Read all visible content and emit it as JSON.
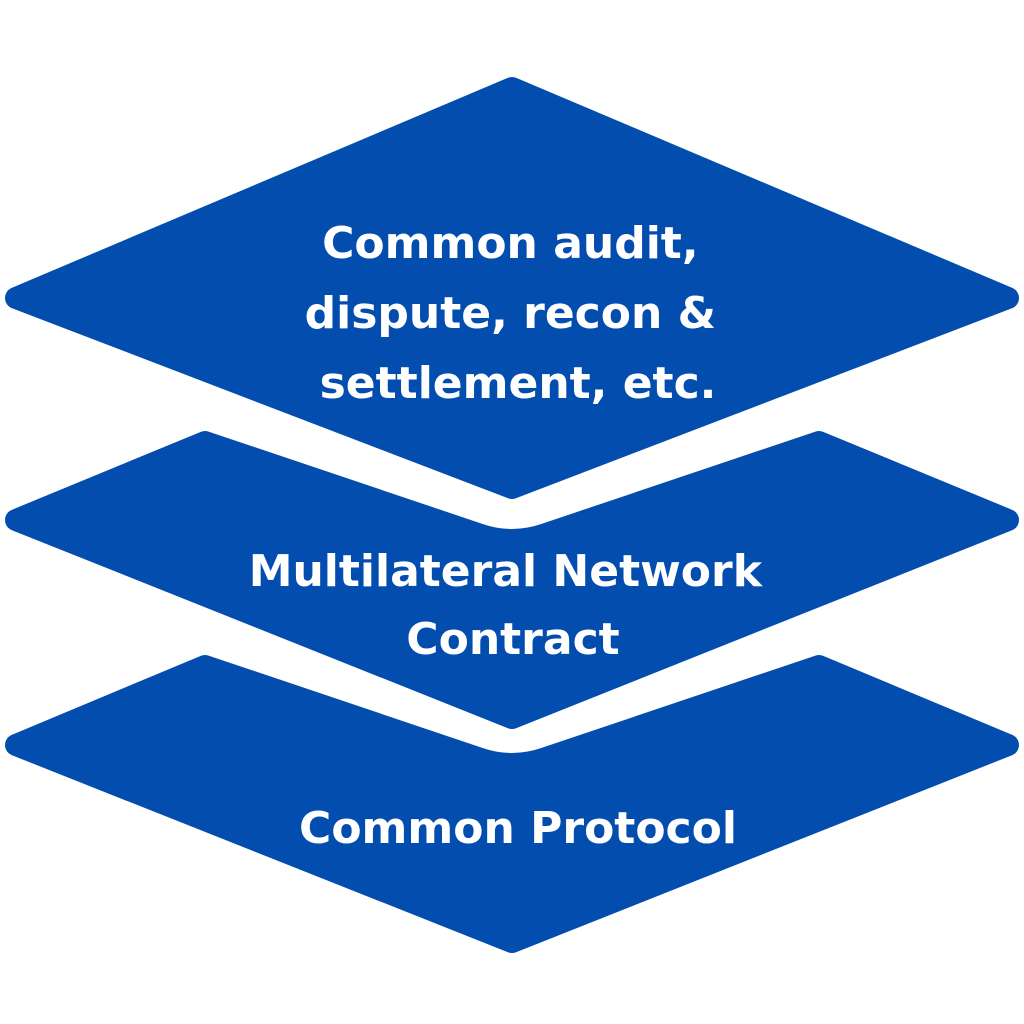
{
  "colors": {
    "background": "#ffffff",
    "layer_fill": "#034daf",
    "label_text": "#ffffff"
  },
  "layers": [
    {
      "name": "top",
      "lines": [
        "Common audit,",
        "dispute, recon &",
        "settlement, etc."
      ]
    },
    {
      "name": "middle",
      "lines": [
        "Multilateral Network",
        "Contract"
      ]
    },
    {
      "name": "bottom",
      "lines": [
        "Common Protocol"
      ]
    }
  ]
}
